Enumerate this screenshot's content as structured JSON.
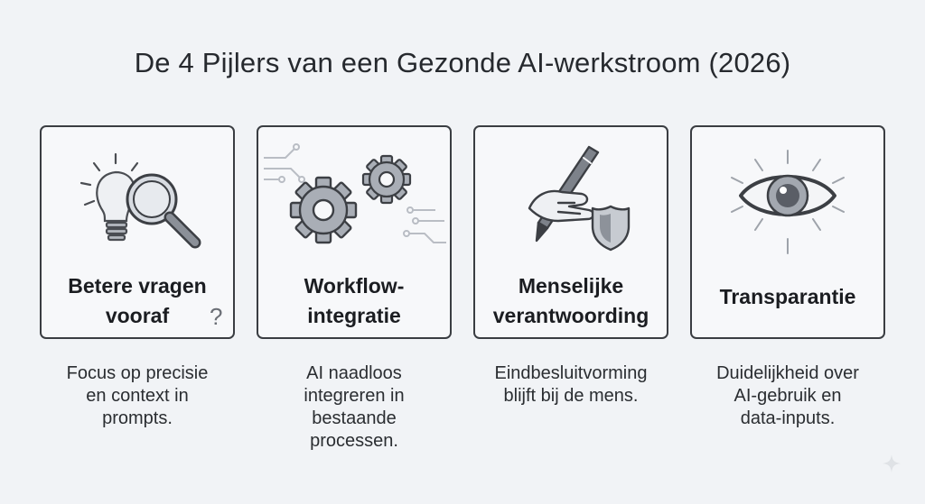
{
  "title": "De 4 Pijlers van een Gezonde AI-werkstroom (2026)",
  "pillars": [
    {
      "label": "Betere vragen\nvooraf",
      "icon": "lightbulb-magnifier-icon",
      "description": "Focus op precisie\nen context in\nprompts."
    },
    {
      "label": "Workflow-\nintegratie",
      "icon": "gears-circuit-icon",
      "description": "AI naadloos\nintegreren in\nbestaande\nprocessen."
    },
    {
      "label": "Menselijke\nverantwoording",
      "icon": "hand-pen-shield-icon",
      "description": "Eindbesluitvorming\nblijft bij de mens."
    },
    {
      "label": "Transparantie",
      "icon": "eye-icon",
      "description": "Duidelijkheid over\nAI-gebruik en\ndata-inputs."
    }
  ],
  "question_mark": "?"
}
